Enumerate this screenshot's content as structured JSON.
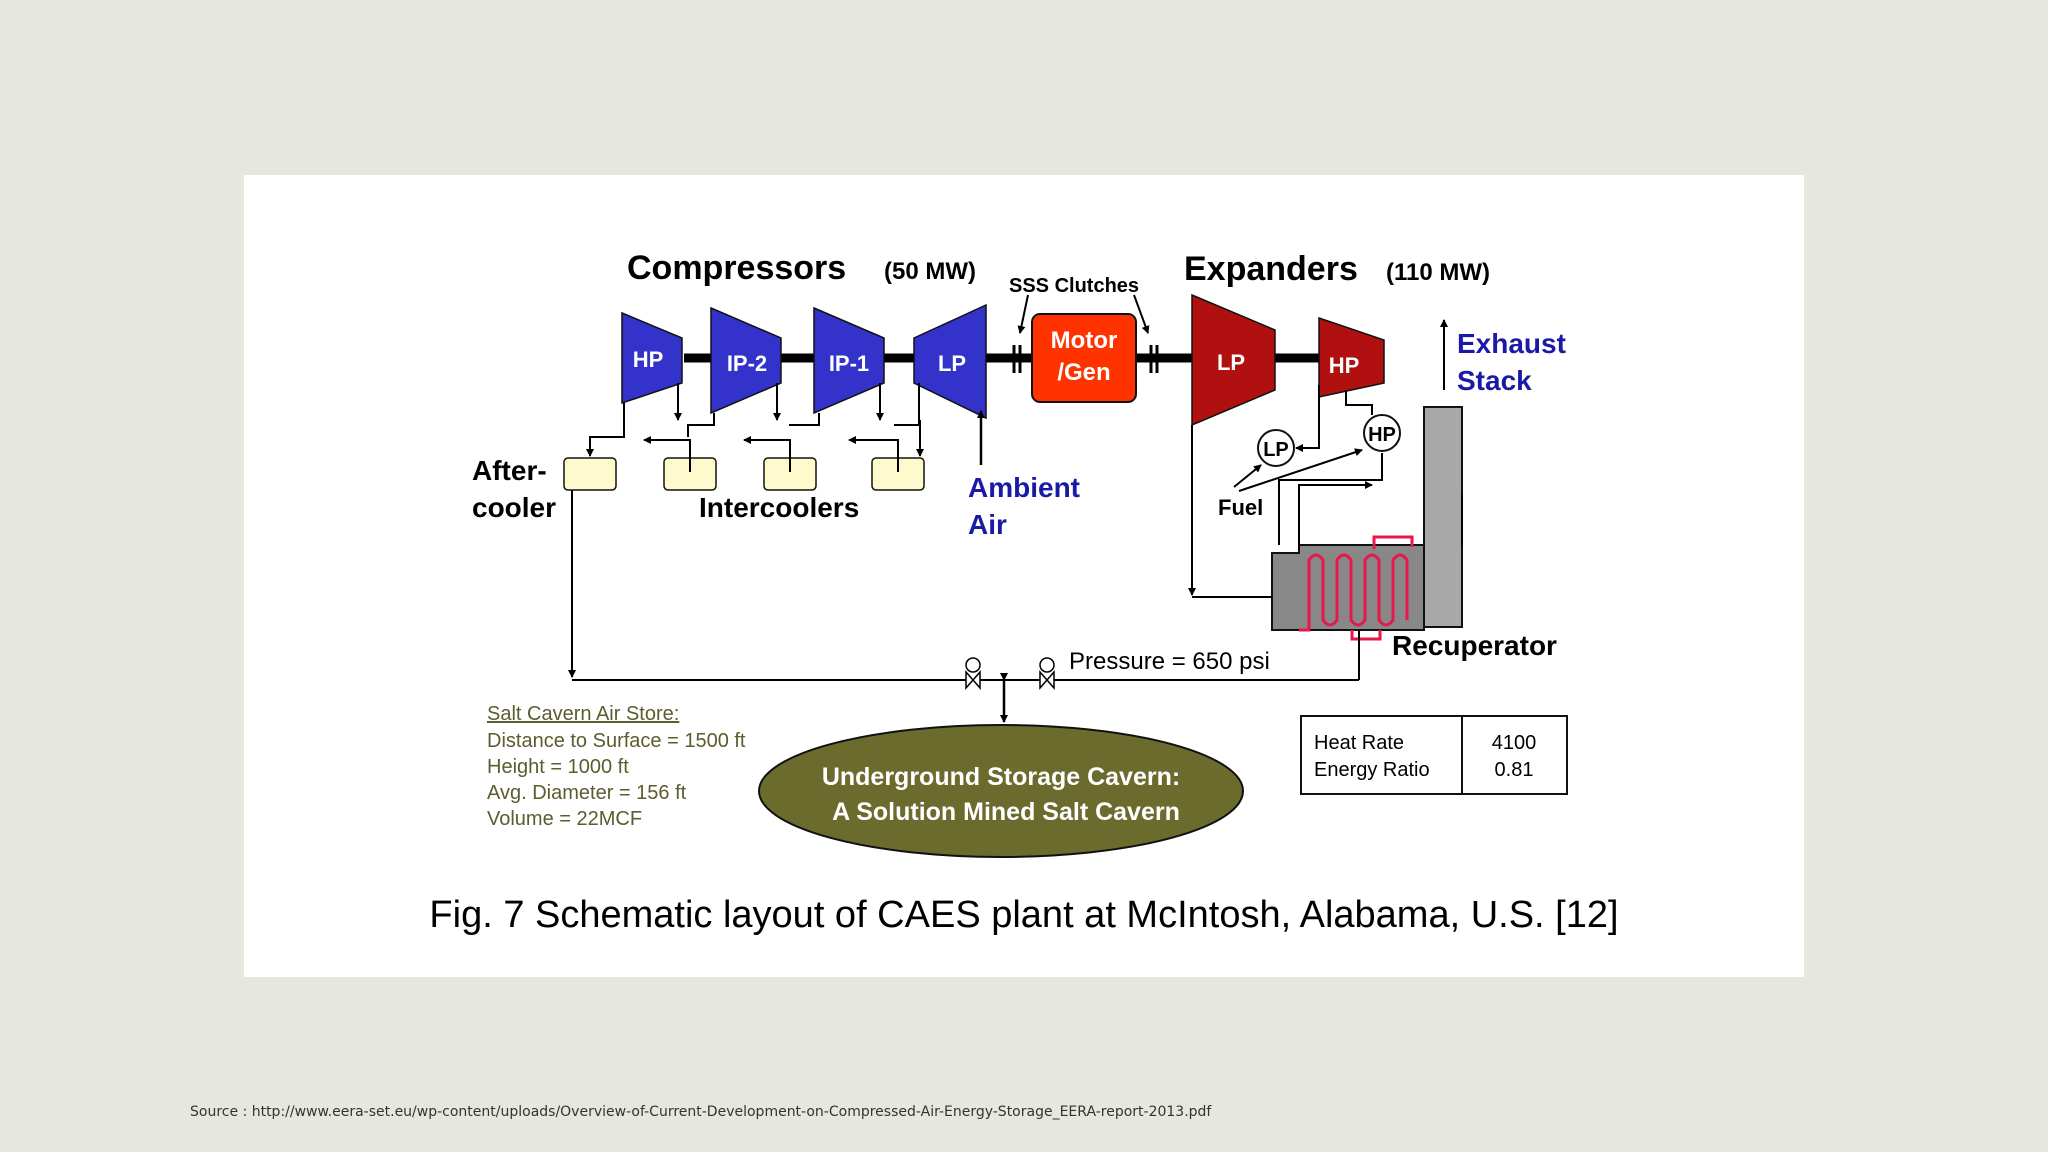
{
  "diagram": {
    "compressors_label": "Compressors",
    "compressors_power": "(50 MW)",
    "expanders_label": "Expanders",
    "expanders_power": "(110 MW)",
    "clutches_label": "SSS Clutches",
    "compressor_stages": [
      "HP",
      "IP-2",
      "IP-1",
      "LP"
    ],
    "expander_stages": [
      "LP",
      "HP"
    ],
    "motor_line1": "Motor",
    "motor_line2": "/Gen",
    "aftercooler_line1": "After-",
    "aftercooler_line2": "cooler",
    "intercoolers_label": "Intercoolers",
    "ambient_line1": "Ambient",
    "ambient_line2": "Air",
    "exhaust_line1": "Exhaust",
    "exhaust_line2": "Stack",
    "burner_lp": "LP",
    "burner_hp": "HP",
    "fuel_label": "Fuel",
    "recuperator_label": "Recuperator",
    "pressure_label": "Pressure = 650 psi",
    "salt_cavern_title": "Salt Cavern Air Store:",
    "salt_cavern_lines": [
      "Distance to Surface = 1500 ft",
      "Height = 1000 ft",
      "Avg. Diameter  = 156 ft",
      "Volume = 22MCF"
    ],
    "cavern_line1": "Underground Storage Cavern:",
    "cavern_line2": "A Solution Mined Salt Cavern",
    "table": {
      "row1_label": "Heat Rate",
      "row1_value": "4100",
      "row2_label": "Energy Ratio",
      "row2_value": "0.81"
    },
    "caption": "Fig. 7 Schematic layout of CAES plant at McIntosh, Alabama, U.S. [12]",
    "colors": {
      "compressor": "#3333cc",
      "expander": "#b01010",
      "motor": "#ff3300",
      "cooler": "#fffacd",
      "cavern": "#6b6b2e",
      "blue_text": "#1a1aa6",
      "recuperator_coil": "#e8174a",
      "salt_text": "#5c5c2e"
    }
  },
  "footer": {
    "source": "Source : http://www.eera-set.eu/wp-content/uploads/Overview-of-Current-Development-on-Compressed-Air-Energy-Storage_EERA-report-2013.pdf"
  }
}
